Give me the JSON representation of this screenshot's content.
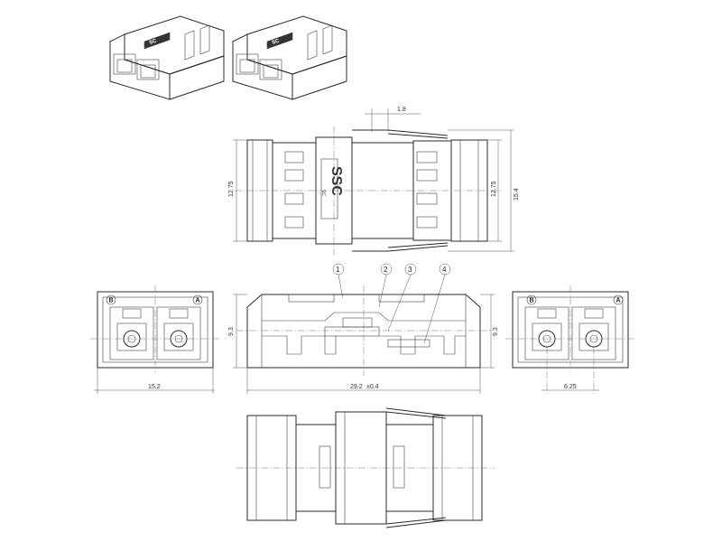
{
  "dimensions": {
    "offset": "1.8",
    "height_left": "12.75",
    "height_right": "12.75",
    "height_total": "15.4",
    "side_height_left": "9.3",
    "side_height_right": "9.3",
    "width_end": "15.2",
    "length": "29.2",
    "length_tol": "±0.4",
    "pitch": "6.25"
  },
  "callouts": [
    "1",
    "2",
    "3",
    "4"
  ],
  "ports": {
    "a": "A",
    "b": "B"
  },
  "logo": {
    "text": "SSC",
    "small": "SC"
  },
  "perspective_label": "SC"
}
